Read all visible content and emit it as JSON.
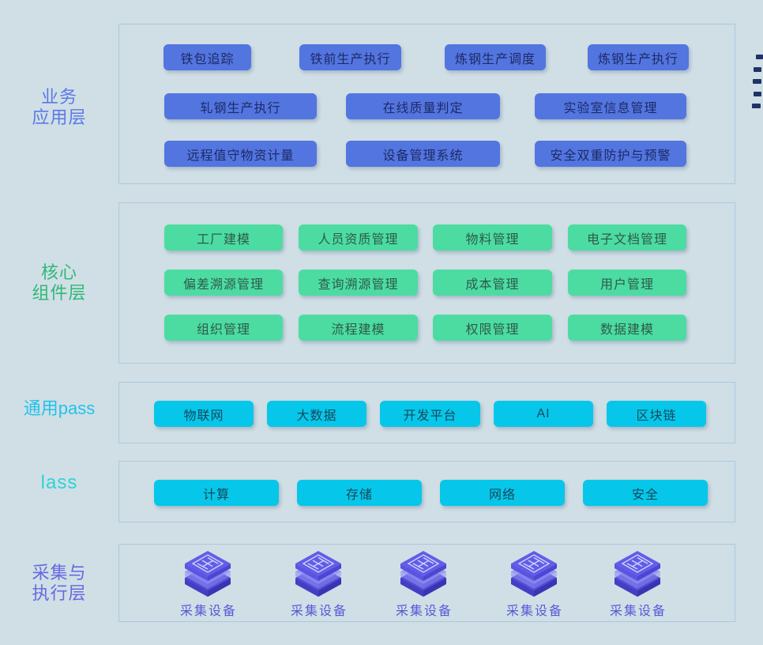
{
  "page": {
    "background_color": "#d0dfe5",
    "section_border_color": "#a9c8e0"
  },
  "decor": {
    "edge_dash_color": "#1e3366",
    "edge_dash_count": 5
  },
  "cube_colors": {
    "top": "#625ce8",
    "top_left_side": "#5a54de",
    "top_right_side": "#4d46d2",
    "glass": "#8f90f4",
    "base_top": "#4f48d4",
    "base_left": "#443ec4",
    "base_right": "#3a34b4",
    "chip_line": "#cdd3fc"
  },
  "layers": [
    {
      "id": "business",
      "label_lines": [
        "业务",
        "应用层"
      ],
      "label_color": "#5b79e8",
      "button_bg": "#5375e0",
      "button_text_color": "#1c2b66",
      "rows": [
        [
          "铁包追踪",
          "铁前生产执行",
          "炼钢生产调度",
          "炼钢生产执行"
        ],
        [
          "轧钢生产执行",
          "在线质量判定",
          "实验室信息管理"
        ],
        [
          "远程值守物资计量",
          "设备管理系统",
          "安全双重防护与预警"
        ]
      ]
    },
    {
      "id": "core",
      "label_lines": [
        "核心",
        "组件层"
      ],
      "label_color": "#2fb878",
      "button_bg": "#4cdca2",
      "button_text_color": "#2e5a4a",
      "rows": [
        [
          "工厂建模",
          "人员资质管理",
          "物料管理",
          "电子文档管理"
        ],
        [
          "偏差溯源管理",
          "查询溯源管理",
          "成本管理",
          "用户管理"
        ],
        [
          "组织管理",
          "流程建模",
          "权限管理",
          "数据建模"
        ]
      ]
    },
    {
      "id": "paas",
      "label_lines": [
        "通用pass"
      ],
      "label_color": "#22c3ea",
      "button_bg": "#06c7e9",
      "button_text_color": "#15485e",
      "rows": [
        [
          "物联网",
          "大数据",
          "开发平台",
          "AI",
          "区块链"
        ]
      ]
    },
    {
      "id": "iaas",
      "label_lines": [
        "lass"
      ],
      "label_color": "#2ed2d8",
      "button_bg": "#06c7e9",
      "button_text_color": "#15485e",
      "rows": [
        [
          "计算",
          "存储",
          "网络",
          "安全"
        ]
      ]
    },
    {
      "id": "collect",
      "label_lines": [
        "采集与",
        "执行层"
      ],
      "label_color": "#6769e2",
      "device_label_color": "#5a58d8",
      "devices": [
        "采集设备",
        "采集设备",
        "采集设备",
        "采集设备",
        "采集设备"
      ]
    }
  ]
}
